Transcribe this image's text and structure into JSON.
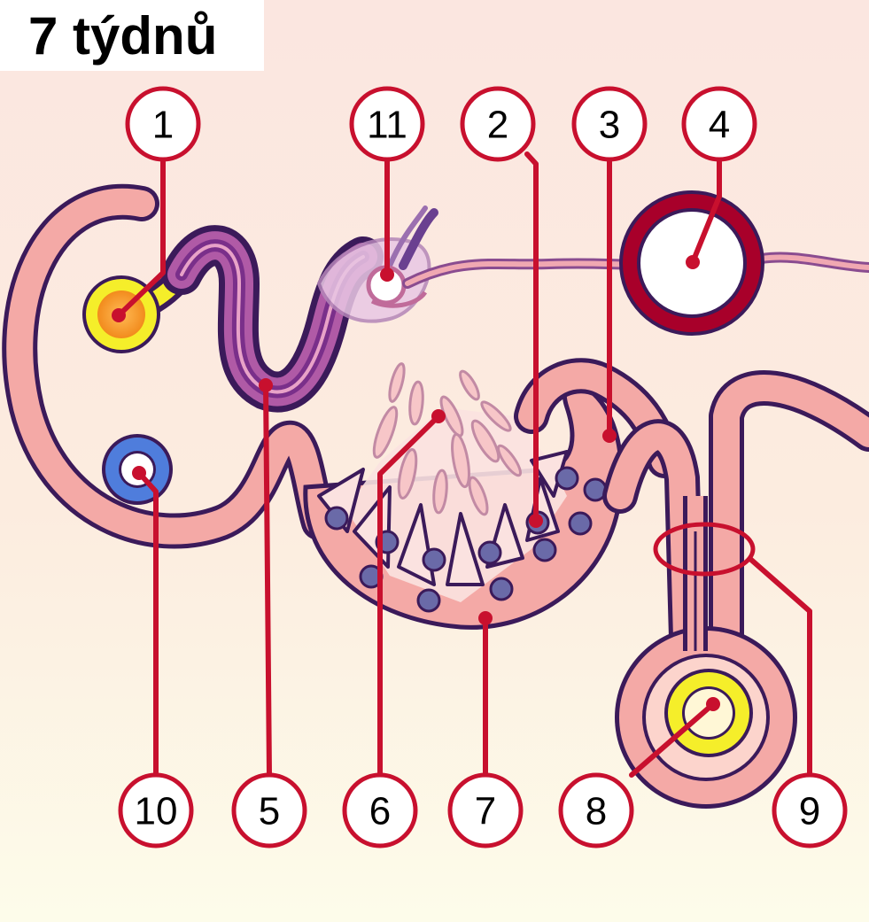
{
  "title": "7 týdnů",
  "labels": {
    "n1": "1",
    "n2": "2",
    "n3": "3",
    "n4": "4",
    "n5": "5",
    "n6": "6",
    "n7": "7",
    "n8": "8",
    "n9": "9",
    "n10": "10",
    "n11": "11"
  },
  "colors": {
    "background_top": "#fbe6e0",
    "background_bottom": "#fdfcea",
    "tissue_pink": "#f4a9a6",
    "outline_purple": "#3b1a5a",
    "leader_red": "#c8102e",
    "label_ring": "#c8102e",
    "yellow": "#f5ee2a",
    "blue": "#4f7ddc",
    "dark_red": "#a8002a"
  }
}
